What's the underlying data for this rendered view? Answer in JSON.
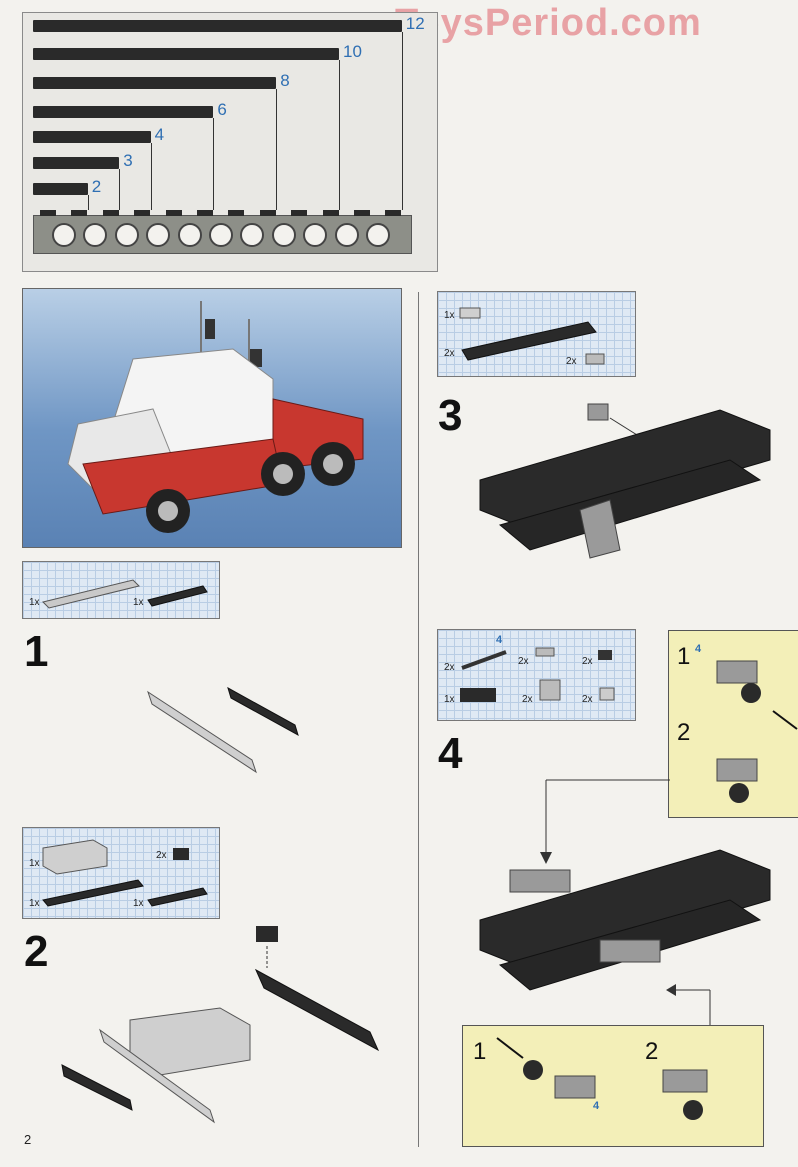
{
  "watermark": "ToysPeriod.com",
  "ruler": {
    "bars": [
      {
        "label": "12",
        "value": 12
      },
      {
        "label": "10",
        "value": 10
      },
      {
        "label": "8",
        "value": 8
      },
      {
        "label": "6",
        "value": 6
      },
      {
        "label": "4",
        "value": 4
      },
      {
        "label": "3",
        "value": 3
      },
      {
        "label": "2",
        "value": 2
      }
    ]
  },
  "steps": [
    {
      "number": "1",
      "parts": [
        {
          "qty": "1x"
        },
        {
          "qty": "1x"
        }
      ]
    },
    {
      "number": "2",
      "parts": [
        {
          "qty": "1x"
        },
        {
          "qty": "2x"
        },
        {
          "qty": "1x"
        },
        {
          "qty": "1x"
        }
      ]
    },
    {
      "number": "3",
      "parts": [
        {
          "qty": "1x"
        },
        {
          "qty": "2x"
        },
        {
          "qty": "2x"
        }
      ]
    },
    {
      "number": "4",
      "parts": [
        {
          "qty": "2x",
          "length": "4"
        },
        {
          "qty": "2x"
        },
        {
          "qty": "2x"
        },
        {
          "qty": "1x"
        },
        {
          "qty": "2x"
        },
        {
          "qty": "2x"
        }
      ]
    }
  ],
  "callouts": {
    "top": {
      "sub1": "1",
      "sub1_length": "4",
      "sub2": "2"
    },
    "bottom": {
      "sub1": "1",
      "sub1_length": "4",
      "sub2": "2"
    }
  },
  "page_number": "2",
  "colors": {
    "ruler_number": "#2f6fb3",
    "watermark": "#e8a2a5",
    "callout_bg": "#f3efb8"
  }
}
